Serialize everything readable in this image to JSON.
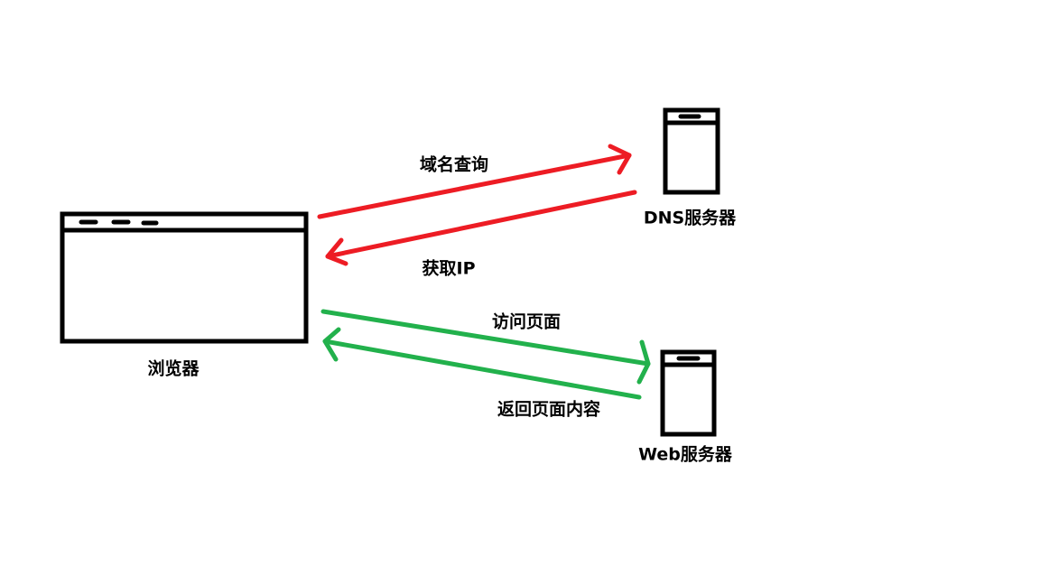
{
  "colors": {
    "dns": "#ed1c24",
    "web": "#22b14c",
    "outline": "#000000"
  },
  "nodes": {
    "browser": {
      "label": "浏览器"
    },
    "dns_server": {
      "label": "DNS服务器"
    },
    "web_server": {
      "label": "Web服务器"
    }
  },
  "edges": [
    {
      "label": "域名查询",
      "from": "browser",
      "to": "dns_server"
    },
    {
      "label": "获取IP",
      "from": "dns_server",
      "to": "browser"
    },
    {
      "label": "访问页面",
      "from": "browser",
      "to": "web_server"
    },
    {
      "label": "返回页面内容",
      "from": "web_server",
      "to": "browser"
    }
  ]
}
